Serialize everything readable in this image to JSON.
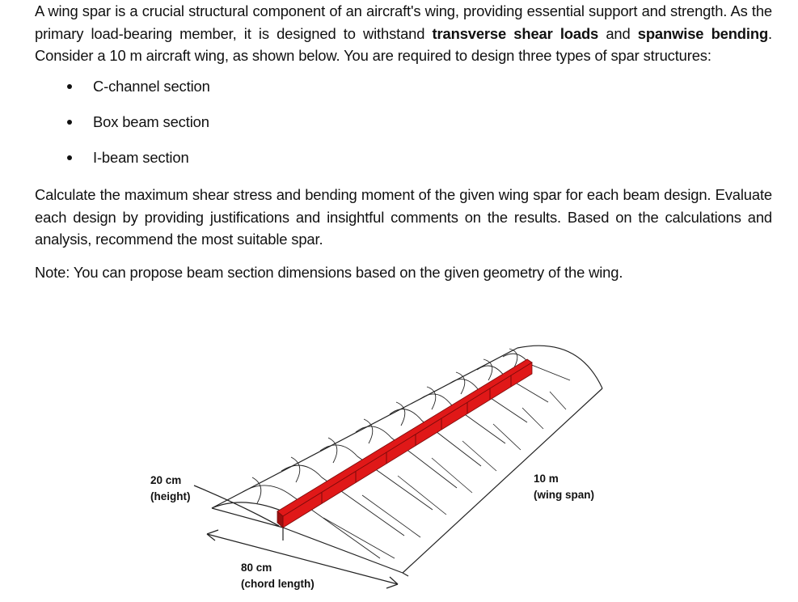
{
  "intro": {
    "part1": "A wing spar is a crucial structural component of an aircraft's wing, providing essential support and strength. As the primary load-bearing member, it is designed to withstand ",
    "bold1": "transverse shear loads",
    "part2": " and ",
    "bold2": "spanwise bending",
    "part3": ". Consider a 10 m aircraft wing, as shown below. You are required to design three types of spar structures:"
  },
  "spar_types": [
    "C-channel section",
    "Box beam section",
    "I-beam section"
  ],
  "task": "Calculate the maximum shear stress and bending moment of the given wing spar for each beam design. Evaluate each design by providing justifications and insightful comments on the results. Based on the calculations and analysis, recommend the most suitable spar.",
  "note": "Note: You can propose beam section dimensions based on the given geometry of the wing.",
  "figure": {
    "height_value": "20 cm",
    "height_caption": "(height)",
    "span_value": "10 m",
    "span_caption": "(wing span)",
    "chord_value": "80 cm",
    "chord_caption": "(chord length)",
    "colors": {
      "spar": "#e01818",
      "spar_dark": "#9a0f0f",
      "line": "#222222"
    }
  }
}
